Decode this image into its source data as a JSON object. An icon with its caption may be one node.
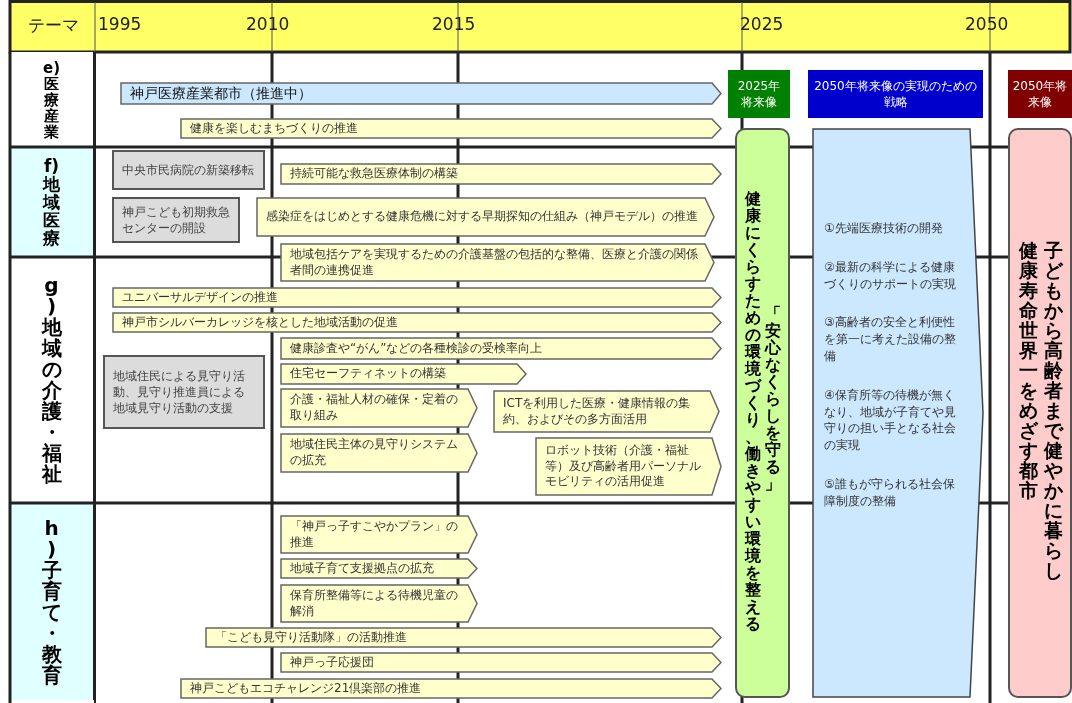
{
  "diagram": {
    "nodes": [
      {
        "text": [
          "e)医療産業"
        ]
      },
      {
        "text": [
          "神戸医療産業都市（推進中）"
        ]
      },
      {
        "text": [
          "健康を楽しむまちづくりの推進"
        ]
      },
      {
        "text": [
          "f)地域医療"
        ]
      },
      {
        "text": [
          "中央市民病院の新築移転"
        ]
      },
      {
        "text": [
          "神戸こども初期救急センターの開設"
        ]
      },
      {
        "text": [
          "持続可能な救急医療体制の構築"
        ]
      },
      {
        "text": [
          "感染症をはじめとする健康危機に対する早期探知の仕組み（神戸モデル）の推進"
        ]
      },
      {
        "text": [
          "地域包括ケアを実現するための介護基盤の包括的な整備、医療と介護の関係者間の連携促進"
        ]
      },
      {
        "text": [
          "g)地域の介護・福祉"
        ]
      },
      {
        "text": [
          "ユニバーサルデザインの推進"
        ]
      },
      {
        "text": [
          "神戸市シルバーカレッジを核とした地域活動の促進"
        ]
      },
      {
        "text": [
          "地域住民による見守り活動、見守り推進員による地域見守り活動の支援"
        ]
      },
      {
        "text": [
          "健康診査や“がん”などの各種検診の受検率向上"
        ]
      },
      {
        "text": [
          "住宅セーフティネットの構築"
        ]
      },
      {
        "text": [
          "介護・福祉人材の確保・定着の取り組み"
        ]
      },
      {
        "text": [
          "ICTを利用した医療・健康情報の集約、およびその多方面活用"
        ]
      },
      {
        "text": [
          "地域住民主体の見守りシステムの拡充"
        ]
      },
      {
        "text": [
          "ロボット技術（介護・福祉等）及び高齢者用パーソナルモビリティの活用促進"
        ]
      },
      {
        "text": [
          "h)子育て・教育"
        ]
      },
      {
        "text": [
          "「神戸っ子すこやかプラン」の推進"
        ]
      },
      {
        "text": [
          "地域子育て支援拠点の拡充"
        ]
      },
      {
        "text": [
          "保育所整備等による待機児童の解消"
        ]
      },
      {
        "text": [
          "「こども見守り活動隊」の活動推進"
        ]
      },
      {
        "text": [
          "神戸っ子応援団"
        ]
      },
      {
        "text": [
          "神戸こどもエコチャレンジ21倶楽部の推進"
        ]
      },
      {
        "text": [
          "2025年将来像"
        ]
      },
      {
        "text": [
          "健康にくらすための環境づくり、働きやすい環境を整える",
          "「安心なくらしを守る」"
        ]
      },
      {
        "text": [
          "2050年将来像の実現のための戦略"
        ]
      },
      {
        "text": [
          "①先端医療技術の開発",
          "②最新の科学による健康づくりのサポートの実現",
          "③高齢者の安全と利便性を第一に考えた設備の整備",
          "④保育所等の待機が無くなり、地域が子育てや見守りの担い手となる社会の実現",
          "⑤誰もが守られる社会保障制度の整備"
        ]
      },
      {
        "text": [
          "2050年将来像"
        ]
      },
      {
        "text": [
          "子どもから高齢者まで健やかに暮らし健康寿命世界一をめざす都市"
        ]
      }
    ],
    "labels": [
      "テーマ",
      "1995",
      "2010",
      "2015",
      "2025",
      "2050"
    ]
  }
}
